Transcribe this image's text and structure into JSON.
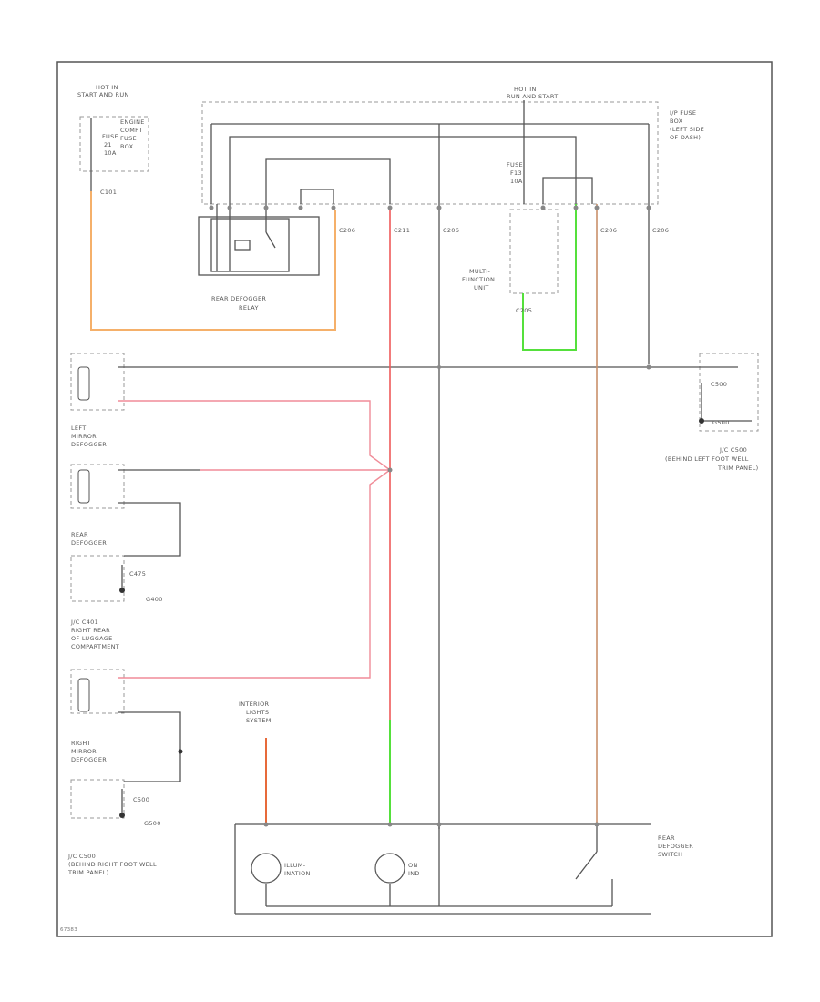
{
  "diagram_id": "67383",
  "hot_in_start_label": [
    "HOT IN",
    "START AND RUN"
  ],
  "engine_fuse_box": [
    "ENGINE",
    "COMPT",
    "FUSE",
    "BOX"
  ],
  "engine_fuse": [
    "FUSE",
    "21",
    "10A"
  ],
  "connector_c101": "C101",
  "hot_in_run_label": [
    "HOT IN",
    "RUN AND START"
  ],
  "ip_fuse_box": [
    "I/P FUSE",
    "BOX",
    "(LEFT SIDE",
    "OF DASH)"
  ],
  "ip_fuse": [
    "FUSE",
    "F13",
    "10A"
  ],
  "rear_defogger_relay": [
    "REAR DEFOGGER",
    "RELAY"
  ],
  "relay_connectors": [
    "C206",
    "C211",
    "C206"
  ],
  "mfu_connectors": [
    "C206",
    "C206"
  ],
  "multi_function_unit": [
    "MULTI-",
    "FUNCTION",
    "UNIT"
  ],
  "mfu_bottom_connector": "C205",
  "left_mirror": [
    "LEFT",
    "MIRROR",
    "DEFOGGER"
  ],
  "rear_defogger": [
    "REAR",
    "DEFOGGER"
  ],
  "jc_c401": [
    "J/C C401",
    "RIGHT REAR",
    "OF LUGGAGE",
    "COMPARTMENT"
  ],
  "right_mirror": [
    "RIGHT",
    "MIRROR",
    "DEFOGGER"
  ],
  "ground_c475": "C475",
  "ground_g400": "G400",
  "ground_c500_left": "C500",
  "ground_g500_left": "G500",
  "jc_c500_left": [
    "J/C C500",
    "(BEHIND RIGHT FOOT WELL",
    "TRIM PANEL)"
  ],
  "jc_c500_right": [
    "J/C C500",
    "(BEHIND LEFT FOOT WELL",
    "TRIM PANEL)"
  ],
  "ground_c500_right": "C500",
  "ground_g500_right": "G500",
  "interior_lights": [
    "INTERIOR",
    "LIGHTS",
    "SYSTEM"
  ],
  "illumination": [
    "ILLUM-",
    "INATION"
  ],
  "on_ind": [
    "ON",
    "IND"
  ],
  "rear_defogger_switch": [
    "REAR",
    "DEFOGGER",
    "SWITCH"
  ],
  "colors": {
    "orange": "#f5b06a",
    "red": "#ef5a5a",
    "pink": "#f08c98",
    "green": "#55e03c",
    "tan": "#c9906a",
    "black": "#444444"
  }
}
